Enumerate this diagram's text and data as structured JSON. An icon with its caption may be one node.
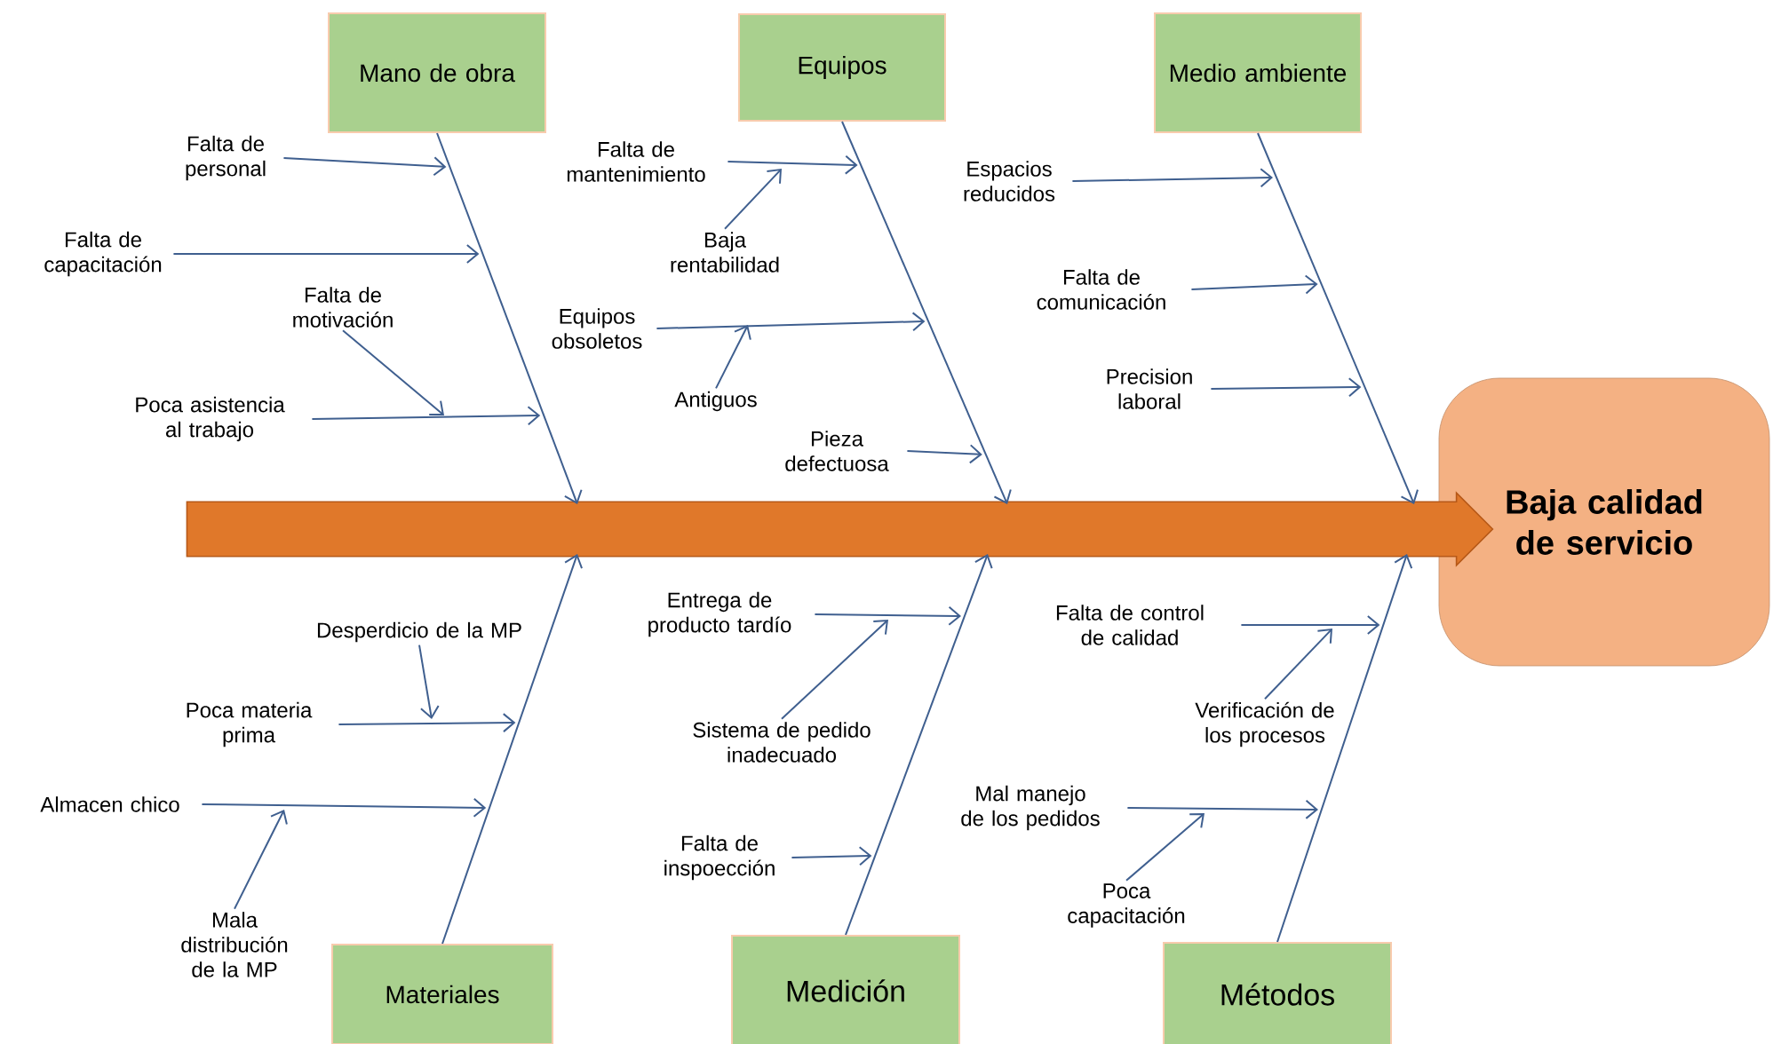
{
  "diagram": {
    "nodes": [
      {
        "text": [
          "Baja calidad de servicio"
        ]
      },
      {
        "text": [],
        "shape": "arrow"
      },
      {
        "text": [
          "Mano de obra"
        ]
      },
      {
        "text": [
          "Equipos"
        ]
      },
      {
        "text": [
          "Medio ambiente"
        ]
      },
      {
        "text": [
          "Materiales"
        ]
      },
      {
        "text": [
          "Medición"
        ]
      },
      {
        "text": [
          "Métodos"
        ]
      },
      {
        "text": [
          "Falta de personal"
        ]
      },
      {
        "text": [
          "Falta de capacitación"
        ]
      },
      {
        "text": [
          "Falta de motivación"
        ]
      },
      {
        "text": [
          "Poca asistencia al trabajo"
        ]
      },
      {
        "text": [
          "Falta de mantenimiento"
        ]
      },
      {
        "text": [
          "Baja rentabilidad"
        ]
      },
      {
        "text": [
          "Equipos obsoletos"
        ]
      },
      {
        "text": [
          "Antiguos"
        ]
      },
      {
        "text": [
          "Pieza defectuosa"
        ]
      },
      {
        "text": [
          "Espacios reducidos"
        ]
      },
      {
        "text": [
          "Falta de comunicación"
        ]
      },
      {
        "text": [
          "Precision laboral"
        ]
      },
      {
        "text": [
          "Desperdicio de la MP"
        ]
      },
      {
        "text": [
          "Poca materia prima"
        ]
      },
      {
        "text": [
          "Almacen chico"
        ]
      },
      {
        "text": [
          "Mala distribución de la MP"
        ]
      },
      {
        "text": [
          "Entrega de producto tardío"
        ]
      },
      {
        "text": [
          "Sistema de pedido inadecuado"
        ]
      },
      {
        "text": [
          "Falta de inspoección"
        ]
      },
      {
        "text": [
          "Falta de control de calidad"
        ]
      },
      {
        "text": [
          "Verificación de los procesos"
        ]
      },
      {
        "text": [
          "Mal manejo de los pedidos"
        ]
      },
      {
        "text": [
          "Poca capacitación"
        ]
      }
    ],
    "edges": [
      {
        "from": 2,
        "to": 1,
        "arrow": "to"
      },
      {
        "from": 3,
        "to": 1,
        "arrow": "to"
      },
      {
        "from": 4,
        "to": 1,
        "arrow": "to"
      },
      {
        "from": 5,
        "to": 1,
        "arrow": "to"
      },
      {
        "from": 6,
        "to": 1,
        "arrow": "to"
      },
      {
        "from": 7,
        "to": 1,
        "arrow": "to"
      },
      {
        "from": 8,
        "to": null,
        "arrow": "to"
      },
      {
        "from": 9,
        "to": null,
        "arrow": "to"
      },
      {
        "from": 10,
        "to": null,
        "arrow": "to"
      },
      {
        "from": 11,
        "to": null,
        "arrow": "to"
      },
      {
        "from": 12,
        "to": null,
        "arrow": "to"
      },
      {
        "from": 13,
        "to": null,
        "arrow": "to"
      },
      {
        "from": 14,
        "to": null,
        "arrow": "to"
      },
      {
        "from": 15,
        "to": null,
        "arrow": "to"
      },
      {
        "from": 16,
        "to": null,
        "arrow": "to"
      },
      {
        "from": 17,
        "to": null,
        "arrow": "to"
      },
      {
        "from": 18,
        "to": null,
        "arrow": "to"
      },
      {
        "from": 19,
        "to": null,
        "arrow": "to"
      },
      {
        "from": 20,
        "to": null,
        "arrow": "to"
      },
      {
        "from": 21,
        "to": null,
        "arrow": "to"
      },
      {
        "from": 22,
        "to": null,
        "arrow": "to"
      },
      {
        "from": 23,
        "to": null,
        "arrow": "to"
      },
      {
        "from": 24,
        "to": null,
        "arrow": "to"
      },
      {
        "from": 25,
        "to": null,
        "arrow": "to"
      },
      {
        "from": 26,
        "to": null,
        "arrow": "to"
      },
      {
        "from": 27,
        "to": null,
        "arrow": "to"
      },
      {
        "from": 28,
        "to": null,
        "arrow": "to"
      },
      {
        "from": 29,
        "to": null,
        "arrow": "to"
      },
      {
        "from": 30,
        "to": null,
        "arrow": "to"
      }
    ]
  }
}
